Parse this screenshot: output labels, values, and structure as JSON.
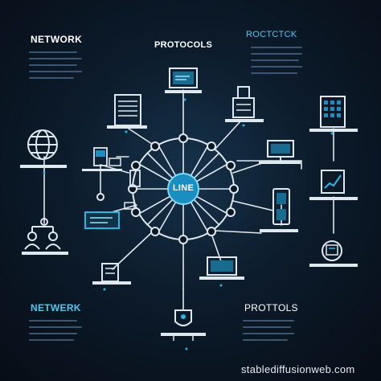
{
  "labels": {
    "network_top": "NETWORK",
    "protocols_top": "PROTOCOLS",
    "protocols_top_right": "ROCTCTCK",
    "center": "LINE",
    "network_bottom": "NETWERK",
    "protocols_bottom": "PROTTOLS",
    "watermark": "stablediffusionweb.com"
  },
  "colors": {
    "background": "#0b1724",
    "line": "#dfe8ef",
    "accent": "#29b6e6",
    "hub_fill": "#1aa6d6",
    "text_light": "#ffffff",
    "text_cyan": "#4fc8f0"
  },
  "icons": [
    "globe-icon",
    "person-icon",
    "server-icon",
    "monitor-icon",
    "laptop-icon",
    "tablet-icon",
    "router-icon",
    "chart-monitor-icon"
  ]
}
